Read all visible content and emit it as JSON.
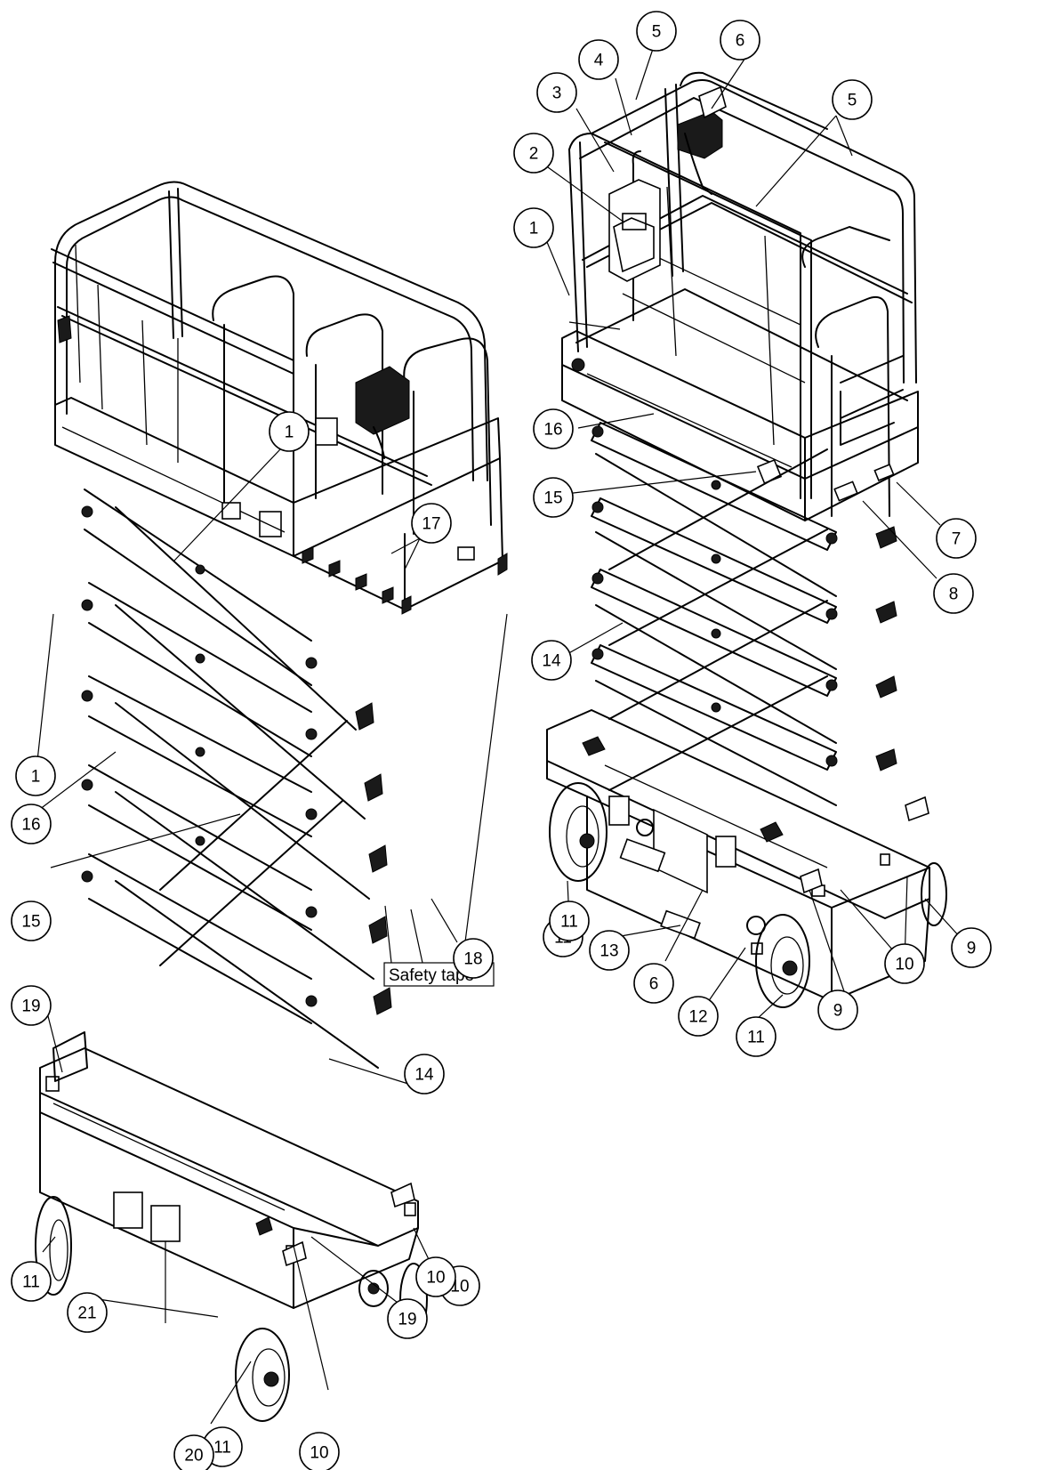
{
  "callouts": [
    "1",
    "1",
    "1",
    "2",
    "3",
    "4",
    "5",
    "5",
    "6",
    "6",
    "7",
    "8",
    "9",
    "9",
    "10",
    "10",
    "10",
    "10",
    "11",
    "11",
    "11",
    "11",
    "11",
    "12",
    "13",
    "14",
    "14",
    "15",
    "15",
    "16",
    "16",
    "17",
    "18",
    "19",
    "19",
    "20",
    "21"
  ],
  "safety_tape_label": "Safety tape"
}
